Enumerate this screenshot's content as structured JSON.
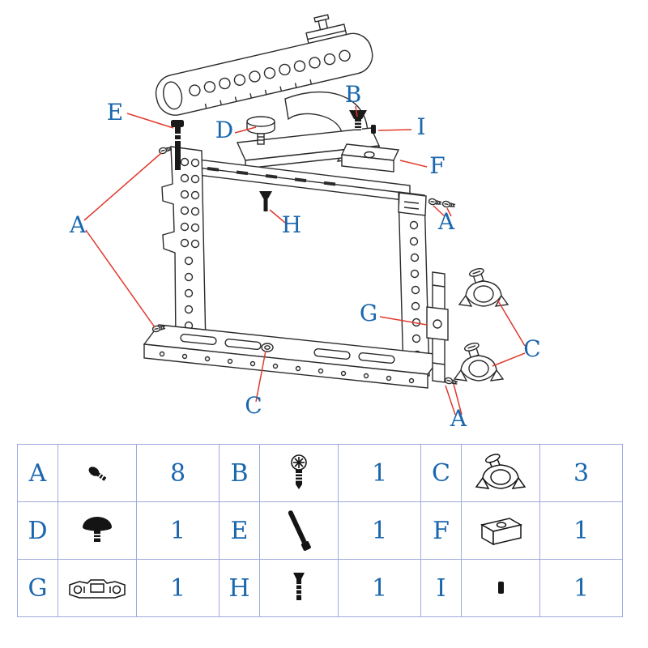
{
  "colors": {
    "label_blue": "#1b67ae",
    "leader_red": "#e03a2e",
    "line_dark": "#2b2b2b",
    "table_border": "#9fa9dd"
  },
  "diagram": {
    "description": "exploded-view drawing of camera cage with top handle",
    "labels": [
      {
        "text": "E"
      },
      {
        "text": "D"
      },
      {
        "text": "B"
      },
      {
        "text": "I"
      },
      {
        "text": "F"
      },
      {
        "text": "A"
      },
      {
        "text": "A"
      },
      {
        "text": "H"
      },
      {
        "text": "G"
      },
      {
        "text": "C"
      },
      {
        "text": "C"
      },
      {
        "text": "A"
      }
    ]
  },
  "table": {
    "rows": [
      [
        {
          "letter": "A",
          "qty": "8",
          "icon": "small-screw-icon"
        },
        {
          "letter": "B",
          "qty": "1",
          "icon": "flathead-screw-icon"
        },
        {
          "letter": "C",
          "qty": "3",
          "icon": "rod-clamp-icon"
        }
      ],
      [
        {
          "letter": "D",
          "qty": "1",
          "icon": "thumbscrew-icon"
        },
        {
          "letter": "E",
          "qty": "1",
          "icon": "locating-rod-icon"
        },
        {
          "letter": "F",
          "qty": "1",
          "icon": "shoe-mount-block-icon"
        }
      ],
      [
        {
          "letter": "G",
          "qty": "1",
          "icon": "rail-bracket-icon"
        },
        {
          "letter": "H",
          "qty": "1",
          "icon": "long-screw-icon"
        },
        {
          "letter": "I",
          "qty": "1",
          "icon": "pin-icon"
        }
      ]
    ]
  }
}
